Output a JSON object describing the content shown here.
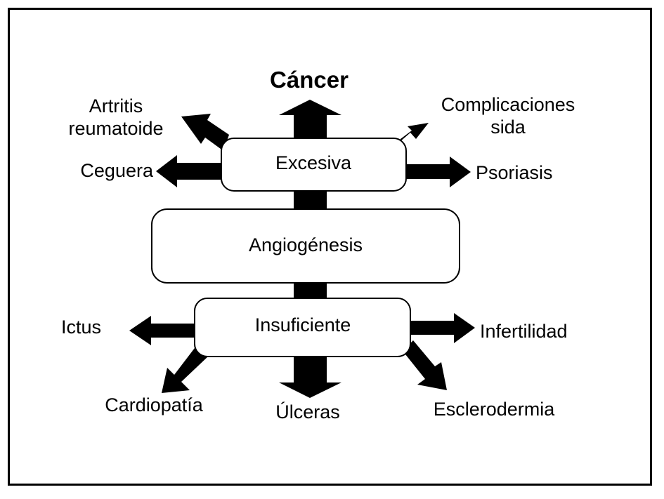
{
  "diagram": {
    "center": "Angiogénesis",
    "upper_box": "Excesiva",
    "lower_box": "Insuficiente",
    "excessive_outcomes": {
      "top": "Cáncer",
      "upper_left_line1": "Artritis",
      "upper_left_line2": "reumatoide",
      "left": "Ceguera",
      "upper_right_line1": "Complicaciones",
      "upper_right_line2": "sida",
      "right": "Psoriasis"
    },
    "insufficient_outcomes": {
      "left": "Ictus",
      "lower_left": "Cardiopatía",
      "bottom": "Úlceras",
      "right": "Infertilidad",
      "lower_right": "Esclerodermia"
    }
  }
}
